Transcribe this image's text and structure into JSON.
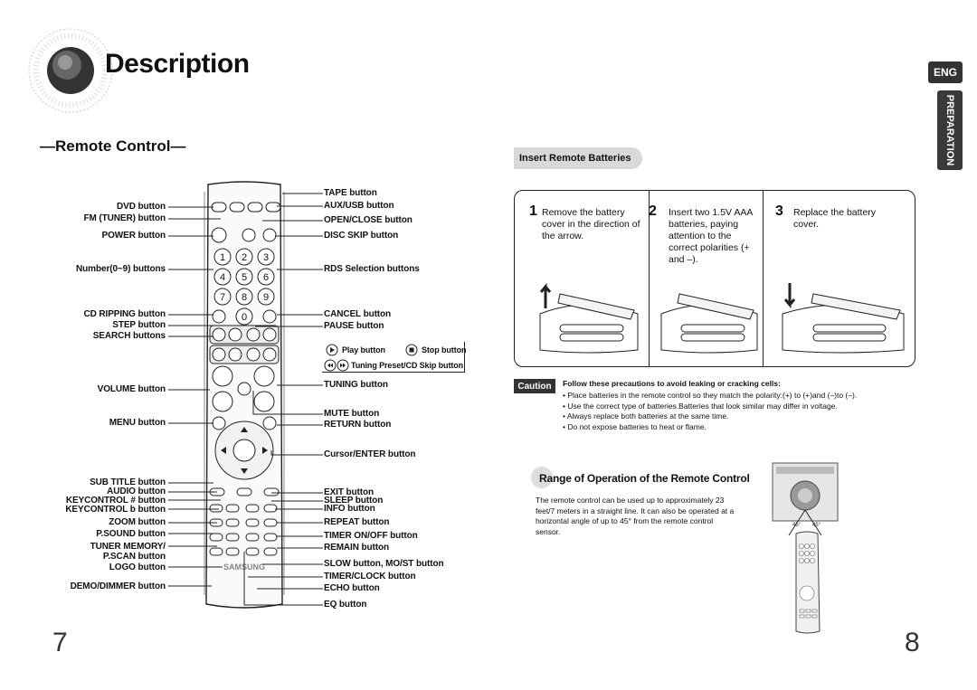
{
  "header": {
    "title": "Description",
    "lang_badge": "ENG",
    "side_tab": "PREPARATION"
  },
  "section": {
    "title": "—Remote Control—"
  },
  "left_labels": [
    "DVD button",
    "FM (TUNER) button",
    "POWER button",
    "Number(0~9) buttons",
    "CD RIPPING button",
    "STEP button",
    "SEARCH buttons",
    "VOLUME button",
    "MENU button",
    "SUB TITLE button",
    "AUDIO button",
    "KEYCONTROL # button",
    "KEYCONTROL b button",
    "ZOOM button",
    "P.SOUND button",
    "TUNER MEMORY/",
    "P.SCAN button",
    "LOGO button",
    "DEMO/DIMMER button"
  ],
  "right_labels": [
    "TAPE button",
    "AUX/USB button",
    "OPEN/CLOSE button",
    "DISC SKIP button",
    "RDS Selection buttons",
    "CANCEL button",
    "PAUSE button",
    "TUNING button",
    "MUTE button",
    "RETURN button",
    "Cursor/ENTER button",
    "EXIT  button",
    "SLEEP button",
    "INFO button",
    "REPEAT button",
    "TIMER ON/OFF button",
    "REMAIN button",
    "SLOW button, MO/ST button",
    "TIMER/CLOCK button",
    "ECHO button",
    "EQ button"
  ],
  "legend": {
    "play": "Play button",
    "stop": "Stop button",
    "skip": "Tuning Preset/CD Skip button"
  },
  "batteries": {
    "heading": "Insert Remote Batteries",
    "steps": [
      {
        "num": "1",
        "text": "Remove the battery cover in the direction of the arrow."
      },
      {
        "num": "2",
        "text": "Insert two 1.5V AAA batteries, paying attention to the correct polarities (+ and –)."
      },
      {
        "num": "3",
        "text": "Replace the battery cover."
      }
    ]
  },
  "caution": {
    "badge": "Caution",
    "title": "Follow these precautions to avoid leaking or cracking cells:",
    "items": [
      "Place batteries in the remote control so they match the polarity:(+) to (+)and (–)to (–).",
      "Use the correct type of batteries.Batteries that look similar may differ in voltage.",
      "Always replace both batteries at the same time.",
      "Do not expose batteries to heat or flame."
    ]
  },
  "range": {
    "title": "Range of Operation of the Remote Control",
    "text": "The remote control can be used up to approximately 23 feet/7 meters in a straight line. It can also be operated at a horizontal angle of up to 45° from the remote control sensor.",
    "angle_left": "45°",
    "angle_right": "45°"
  },
  "remote": {
    "brand": "SAMSUNG",
    "keys": [
      "1",
      "2",
      "3",
      "4",
      "5",
      "6",
      "7",
      "8",
      "9",
      "0"
    ]
  },
  "pages": {
    "left": "7",
    "right": "8"
  }
}
